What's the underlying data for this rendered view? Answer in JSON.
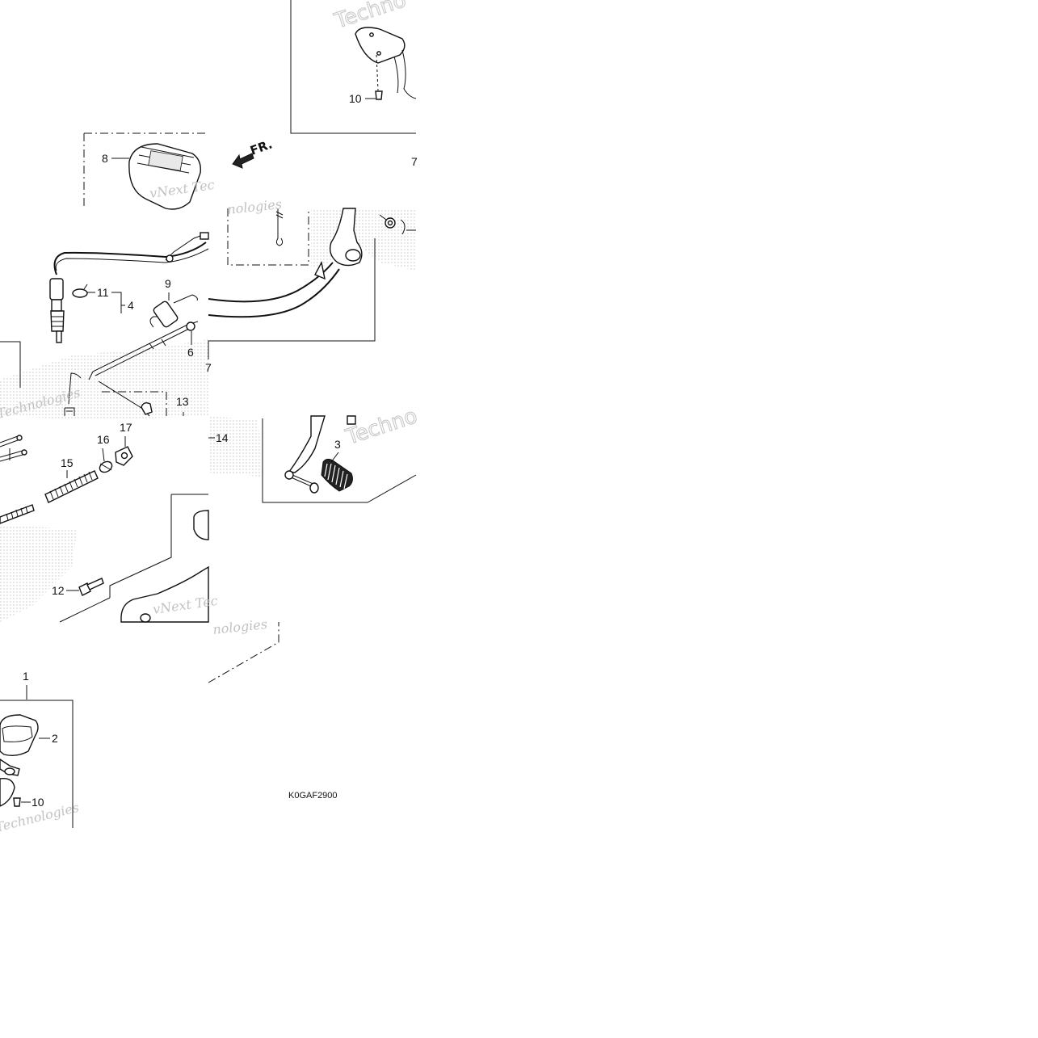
{
  "diagram": {
    "callouts": {
      "c1": "1",
      "c2": "2",
      "c3": "3",
      "c4": "4",
      "c6": "6",
      "c7a": "7",
      "c7b": "7",
      "c8": "8",
      "c9": "9",
      "c10a": "10",
      "c10b": "10",
      "c11": "11",
      "c12": "12",
      "c13": "13",
      "c14": "14",
      "c15": "15",
      "c16": "16",
      "c17": "17"
    },
    "direction_marker": "FR.",
    "figure_code": "K0GAF2900",
    "watermark": {
      "line1": "vNext Tec",
      "line2": "nologies",
      "line3": "Technologies",
      "line4": "Techno",
      "line5": "Technologies",
      "line6": "vNext Tec"
    },
    "icon": "direction-arrow-icon"
  }
}
